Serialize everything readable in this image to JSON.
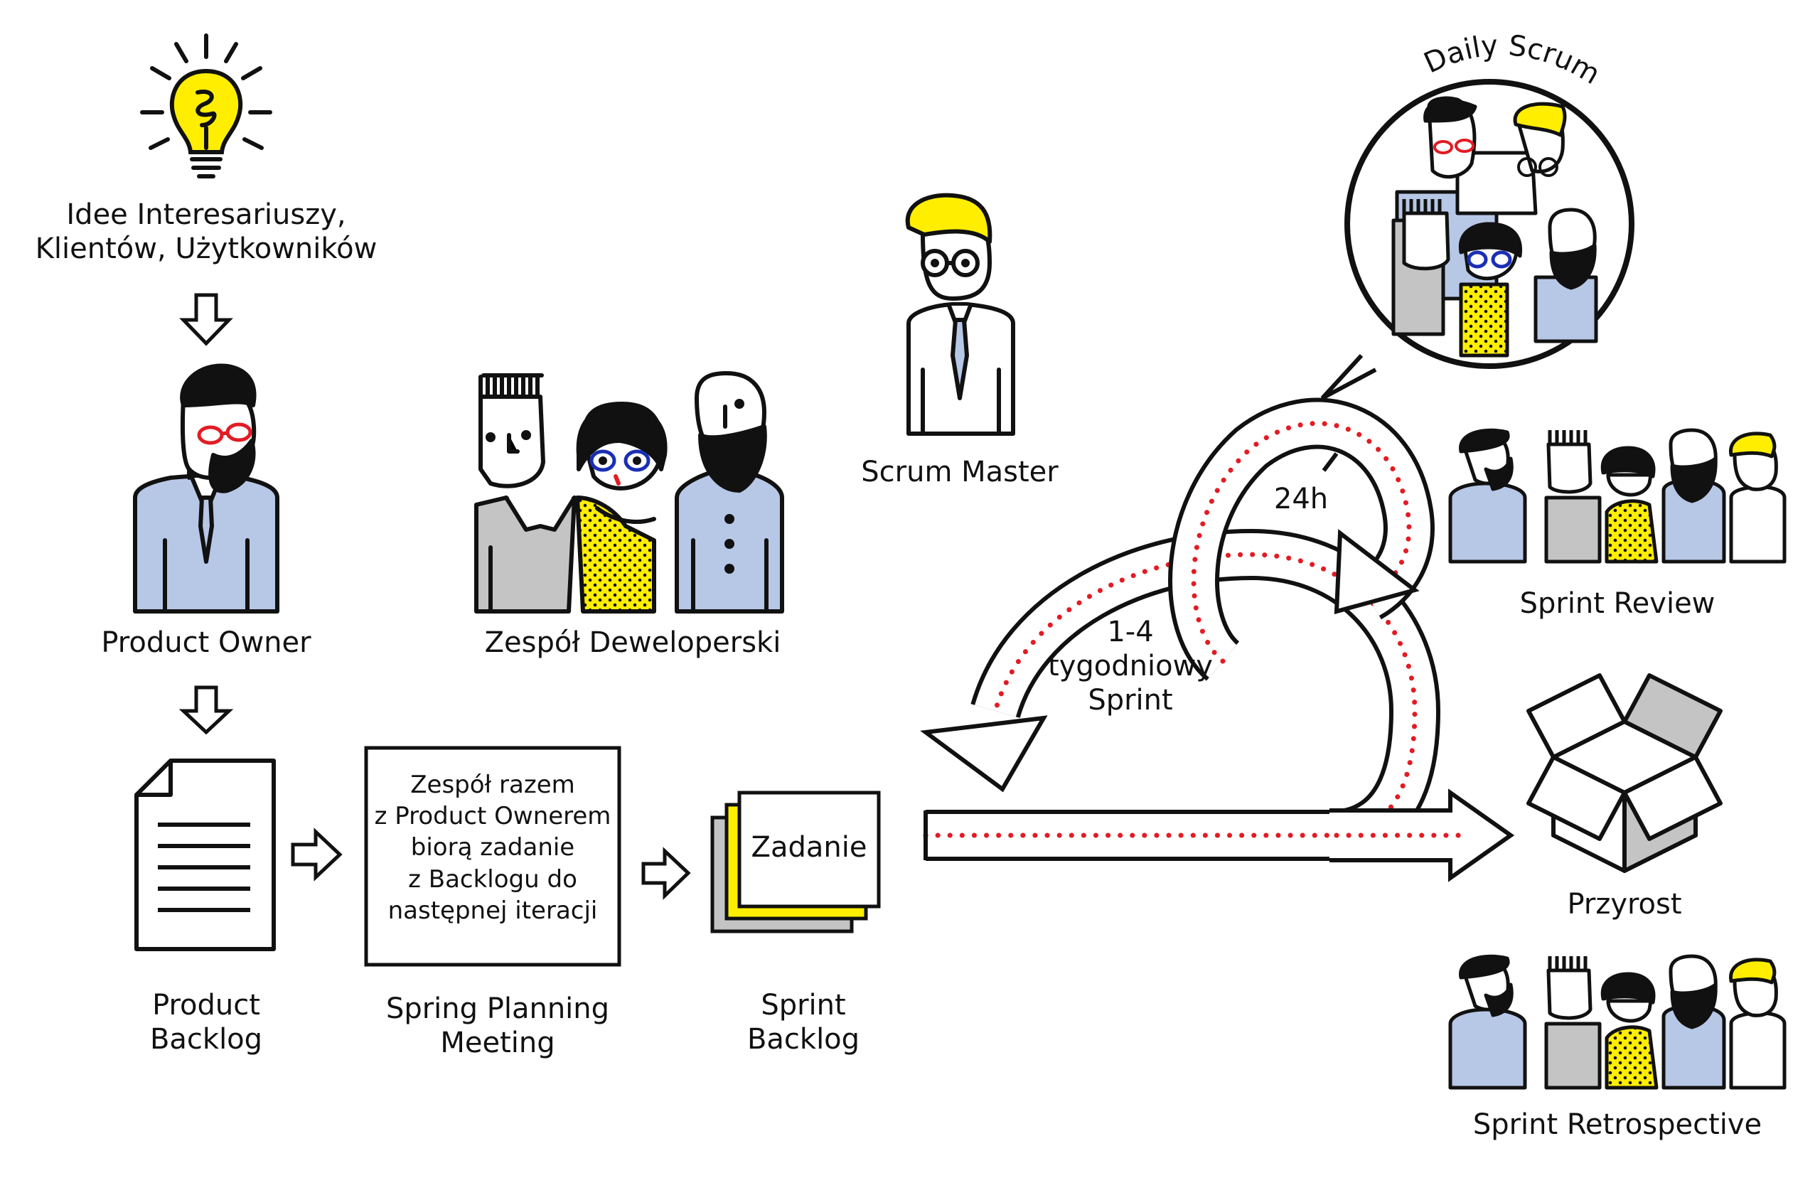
{
  "ideas": [
    "Idee Interesariuszy,",
    "Klientów, Użytkowników"
  ],
  "product_owner": "Product Owner",
  "dev_team": "Zespół Deweloperski",
  "scrum_master": "Scrum Master",
  "daily_scrum": "Daily Scrum",
  "product_backlog": [
    "Product",
    "Backlog"
  ],
  "planning_box": [
    "Zespół razem",
    "z Product Ownerem",
    "biorą zadanie",
    "z Backlogu do",
    "następnej iteracji"
  ],
  "planning_meeting": [
    "Spring Planning",
    "Meeting"
  ],
  "task_card": "Zadanie",
  "sprint_backlog": [
    "Sprint",
    "Backlog"
  ],
  "sprint_loop": [
    "1-4",
    "tygodniowy",
    "Sprint"
  ],
  "daily_cycle": "24h",
  "sprint_review": "Sprint Review",
  "increment": "Przyrost",
  "sprint_retrospective": "Sprint Retrospective",
  "colors": {
    "yellow": "#ffee00",
    "shirt_blue": "#b7c7e6",
    "shirt_grey": "#c4c4c4",
    "dots_red": "#e31b23",
    "glasses_blue": "#1a2fb5",
    "ink": "#111111"
  }
}
